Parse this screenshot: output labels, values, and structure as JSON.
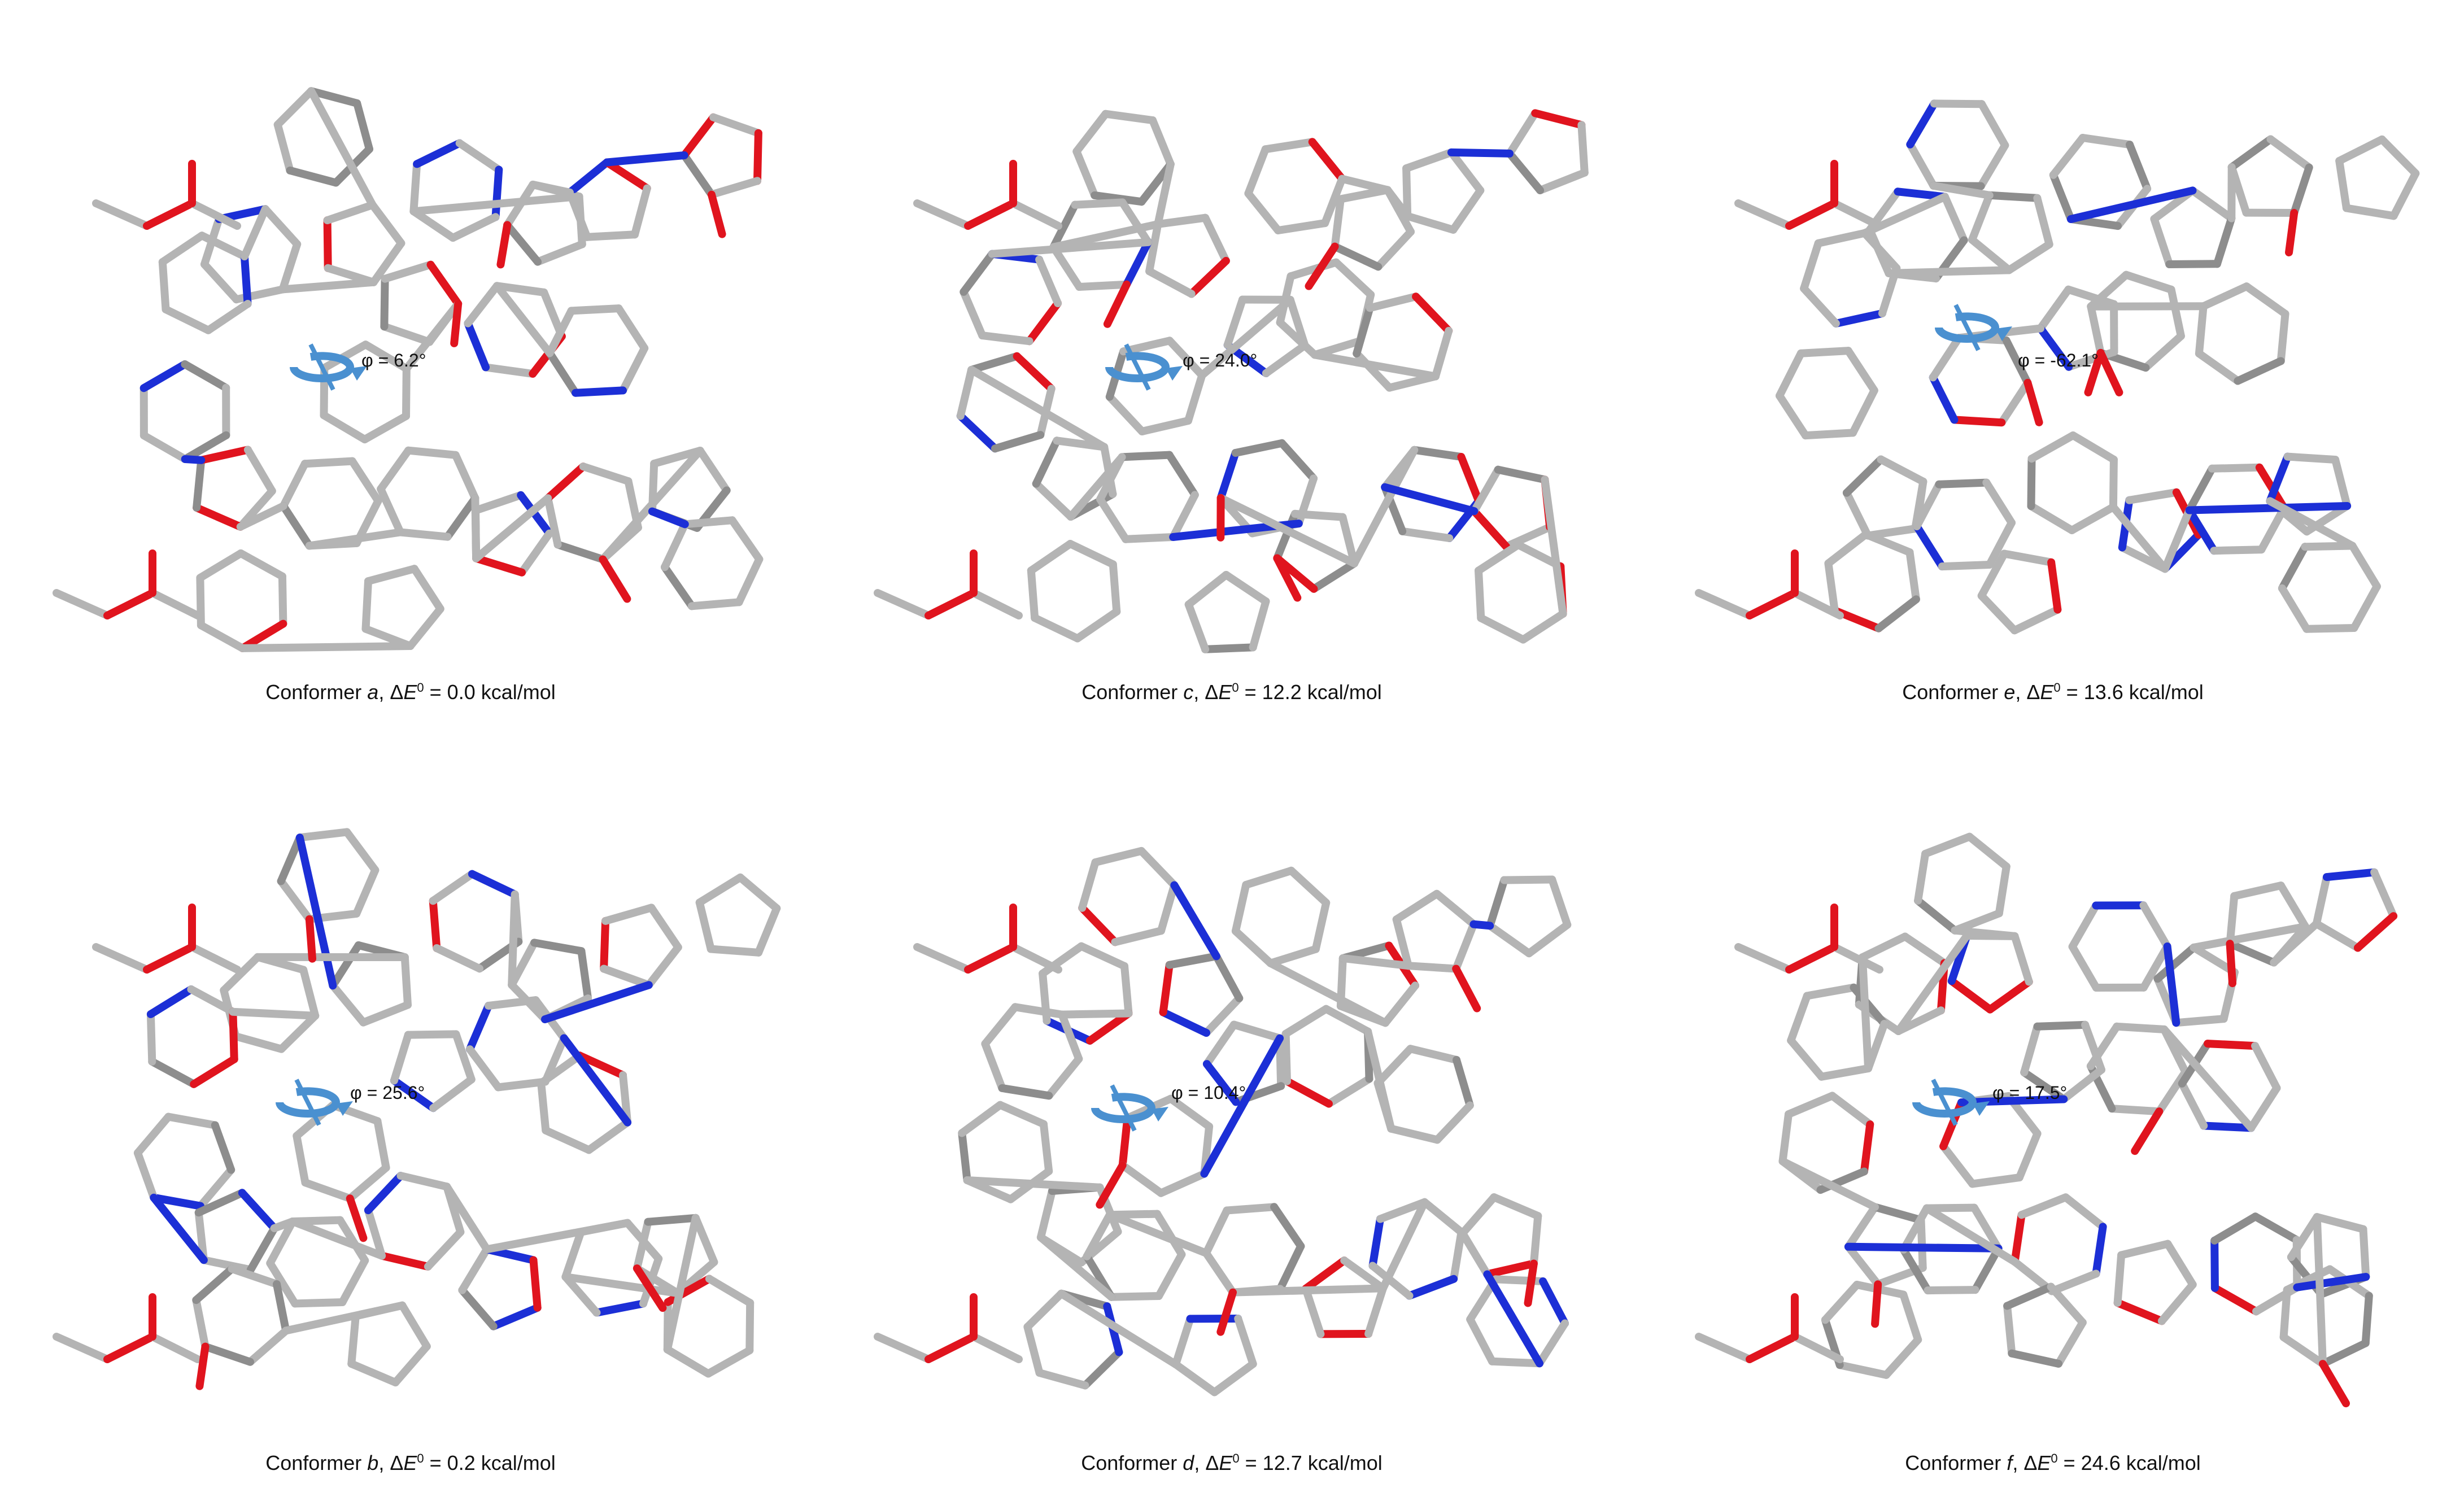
{
  "panels": [
    {
      "id": "a",
      "prefix": "Conformer ",
      "label": "a",
      "mid": ", Δ",
      "e": "E",
      "sup": "0",
      "suffix": " = 0.0 kcal/mol",
      "phi": "φ = 6.2°"
    },
    {
      "id": "c",
      "prefix": "Conformer ",
      "label": "c",
      "mid": ", Δ",
      "e": "E",
      "sup": "0",
      "suffix": " = 12.2 kcal/mol",
      "phi": "φ = 24.0°"
    },
    {
      "id": "e",
      "prefix": "Conformer ",
      "label": "e",
      "mid": ", Δ",
      "e": "E",
      "sup": "0",
      "suffix": " = 13.6 kcal/mol",
      "phi": "φ = -62.1°"
    },
    {
      "id": "b",
      "prefix": "Conformer ",
      "label": "b",
      "mid": ", Δ",
      "e": "E",
      "sup": "0",
      "suffix": " = 0.2 kcal/mol",
      "phi": "φ = 25.6°"
    },
    {
      "id": "d",
      "prefix": "Conformer ",
      "label": "d",
      "mid": ", Δ",
      "e": "E",
      "sup": "0",
      "suffix": " = 12.7 kcal/mol",
      "phi": "φ = 10.4°"
    },
    {
      "id": "f",
      "prefix": "Conformer ",
      "label": "f",
      "mid": ", Δ",
      "e": "E",
      "sup": "0",
      "suffix": " = 24.6 kcal/mol",
      "phi": "φ = 17.5°"
    }
  ],
  "colors": {
    "carbon": "#b4b4b4",
    "oxygen": "#e0141e",
    "nitrogen": "#1c2fd6",
    "rotation_arrow": "#4a90d0"
  }
}
